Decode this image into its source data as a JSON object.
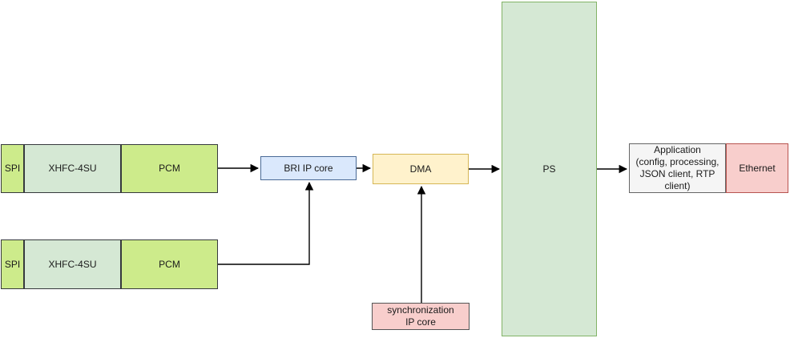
{
  "diagram": {
    "background": "#ffffff",
    "text_color": "#1a1a1a",
    "arrow_color": "#000000",
    "blocks": {
      "spi_top": {
        "label": "SPI",
        "fill": "#cdeb8b",
        "border": "#36393d"
      },
      "xhfc_top": {
        "label": "XHFC-4SU",
        "fill": "#d5e8d4",
        "border": "#36393d"
      },
      "pcm_top": {
        "label": "PCM",
        "fill": "#cdeb8b",
        "border": "#36393d"
      },
      "spi_bottom": {
        "label": "SPI",
        "fill": "#cdeb8b",
        "border": "#36393d"
      },
      "xhfc_bottom": {
        "label": "XHFC-4SU",
        "fill": "#d5e8d4",
        "border": "#36393d"
      },
      "pcm_bottom": {
        "label": "PCM",
        "fill": "#cdeb8b",
        "border": "#36393d"
      },
      "bri": {
        "label": "BRI IP core",
        "fill": "#dae8fc",
        "border": "#4a6a96"
      },
      "dma": {
        "label": "DMA",
        "fill": "#fff2cc",
        "border": "#d6b656"
      },
      "ps": {
        "label": "PS",
        "fill": "#d5e8d4",
        "border": "#82b366"
      },
      "sync": {
        "label": "synchronization\nIP core",
        "fill": "#f8cecc",
        "border": "#555555"
      },
      "application": {
        "label": "Application\n(config, processing,\nJSON client, RTP\nclient)",
        "fill": "#f5f5f5",
        "border": "#666666"
      },
      "ethernet": {
        "label": "Ethernet",
        "fill": "#f8cecc",
        "border": "#b85450"
      }
    },
    "connections": [
      {
        "from": "pcm_top",
        "to": "bri"
      },
      {
        "from": "pcm_bottom",
        "to": "bri"
      },
      {
        "from": "bri",
        "to": "dma"
      },
      {
        "from": "dma",
        "to": "ps"
      },
      {
        "from": "ps",
        "to": "application"
      },
      {
        "from": "sync",
        "to": "dma"
      }
    ]
  }
}
